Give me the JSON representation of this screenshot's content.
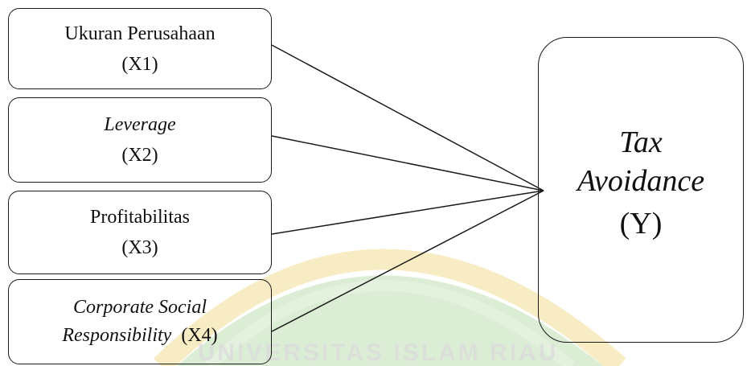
{
  "independent_variables": [
    {
      "name": "Ukuran Perusahaan",
      "code": "(X1)"
    },
    {
      "name": "Leverage",
      "code": "(X2)"
    },
    {
      "name": "Profitabilitas",
      "code": "(X3)"
    },
    {
      "name_line1": "Corporate Social",
      "name_line2": "Responsibility",
      "code": "(X4)"
    }
  ],
  "dependent_variable": {
    "name_line1": "Tax",
    "name_line2": "Avoidance",
    "code": "(Y)"
  },
  "watermark": {
    "text": "UNIVERSITAS ISLAM RIAU",
    "colors": {
      "gold": "#e8c44a",
      "green": "#5a9a4c"
    }
  },
  "colors": {
    "border": "#1a1a1a",
    "text": "#111111"
  }
}
